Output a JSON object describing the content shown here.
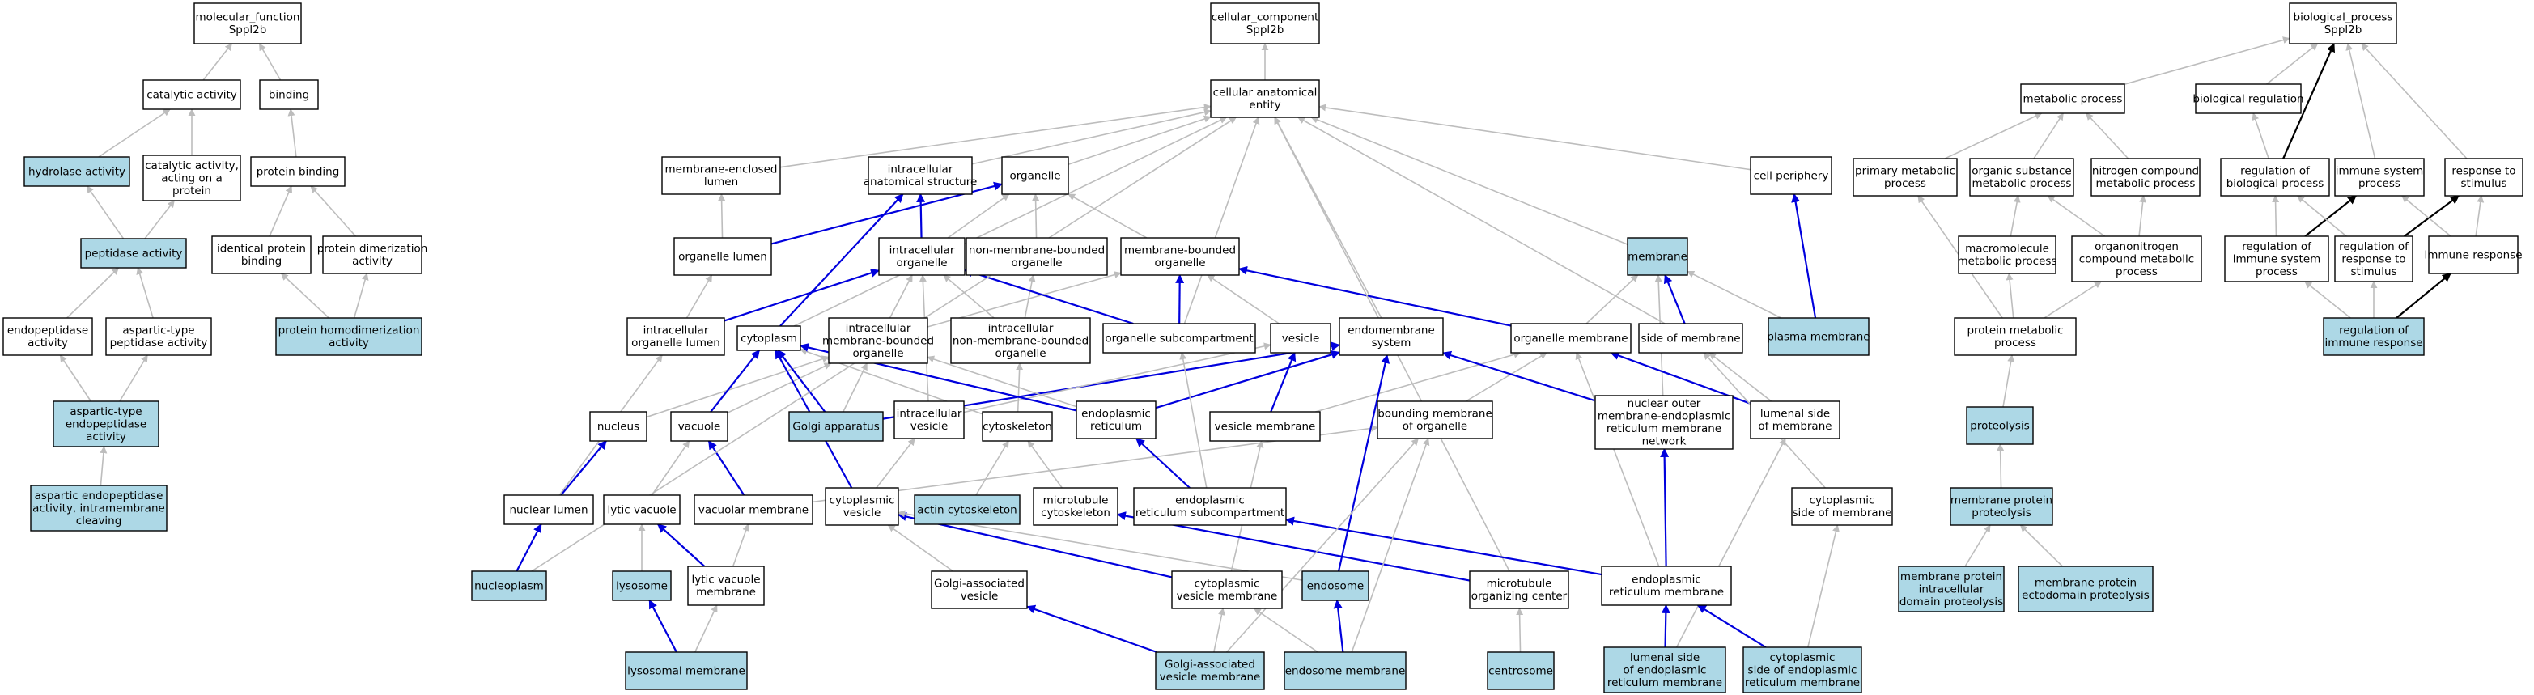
{
  "colors": {
    "highlight": "#add8e6",
    "plain": "#ffffff",
    "edge_gray": "#bdbdbd",
    "edge_blue": "#0000dd",
    "edge_black": "#000000"
  },
  "nodes": [
    {
      "id": "mf",
      "lines": [
        "molecular_function",
        "Sppl2b"
      ],
      "hl": false
    },
    {
      "id": "catalytic",
      "lines": [
        "catalytic activity"
      ],
      "hl": false
    },
    {
      "id": "binding",
      "lines": [
        "binding"
      ],
      "hl": false
    },
    {
      "id": "hydrolase",
      "lines": [
        "hydrolase activity"
      ],
      "hl": true
    },
    {
      "id": "catprot",
      "lines": [
        "catalytic activity,",
        "acting on a",
        "protein"
      ],
      "hl": false
    },
    {
      "id": "protbind",
      "lines": [
        "protein binding"
      ],
      "hl": false
    },
    {
      "id": "peptidase",
      "lines": [
        "peptidase activity"
      ],
      "hl": true
    },
    {
      "id": "identical",
      "lines": [
        "identical protein",
        "binding"
      ],
      "hl": false
    },
    {
      "id": "protdimer",
      "lines": [
        "protein dimerization",
        "activity"
      ],
      "hl": false
    },
    {
      "id": "endopep",
      "lines": [
        "endopeptidase",
        "activity"
      ],
      "hl": false
    },
    {
      "id": "aspartic",
      "lines": [
        "aspartic-type",
        "peptidase activity"
      ],
      "hl": false
    },
    {
      "id": "homodimer",
      "lines": [
        "protein homodimerization",
        "activity"
      ],
      "hl": true
    },
    {
      "id": "aspendo",
      "lines": [
        "aspartic-type",
        "endopeptidase",
        "activity"
      ],
      "hl": true
    },
    {
      "id": "aspintra",
      "lines": [
        "aspartic endopeptidase",
        "activity, intramembrane",
        "cleaving"
      ],
      "hl": true
    },
    {
      "id": "cc",
      "lines": [
        "cellular_component",
        "Sppl2b"
      ],
      "hl": false
    },
    {
      "id": "cae",
      "lines": [
        "cellular anatomical",
        "entity"
      ],
      "hl": false
    },
    {
      "id": "memlumen",
      "lines": [
        "membrane-enclosed",
        "lumen"
      ],
      "hl": false
    },
    {
      "id": "ias",
      "lines": [
        "intracellular",
        "anatomical structure"
      ],
      "hl": false
    },
    {
      "id": "organelle",
      "lines": [
        "organelle"
      ],
      "hl": false
    },
    {
      "id": "cellper",
      "lines": [
        "cell periphery"
      ],
      "hl": false
    },
    {
      "id": "orglumen",
      "lines": [
        "organelle lumen"
      ],
      "hl": false
    },
    {
      "id": "intorg",
      "lines": [
        "intracellular",
        "organelle"
      ],
      "hl": false
    },
    {
      "id": "nonmemorg",
      "lines": [
        "non-membrane-bounded",
        "organelle"
      ],
      "hl": false
    },
    {
      "id": "membound",
      "lines": [
        "membrane-bounded",
        "organelle"
      ],
      "hl": false
    },
    {
      "id": "membrane",
      "lines": [
        "membrane"
      ],
      "hl": true
    },
    {
      "id": "intorglumen",
      "lines": [
        "intracellular",
        "organelle lumen"
      ],
      "hl": false
    },
    {
      "id": "cytoplasm",
      "lines": [
        "cytoplasm"
      ],
      "hl": false
    },
    {
      "id": "intmemorg",
      "lines": [
        "intracellular",
        "membrane-bounded",
        "organelle"
      ],
      "hl": false
    },
    {
      "id": "intnonmem",
      "lines": [
        "intracellular",
        "non-membrane-bounded",
        "organelle"
      ],
      "hl": false
    },
    {
      "id": "orgsub",
      "lines": [
        "organelle subcompartment"
      ],
      "hl": false
    },
    {
      "id": "vesicle",
      "lines": [
        "vesicle"
      ],
      "hl": false
    },
    {
      "id": "endomem",
      "lines": [
        "endomembrane",
        "system"
      ],
      "hl": false
    },
    {
      "id": "orgmem",
      "lines": [
        "organelle membrane"
      ],
      "hl": false
    },
    {
      "id": "sidemem",
      "lines": [
        "side of membrane"
      ],
      "hl": false
    },
    {
      "id": "plasmamem",
      "lines": [
        "plasma membrane"
      ],
      "hl": true
    },
    {
      "id": "nucleus",
      "lines": [
        "nucleus"
      ],
      "hl": false
    },
    {
      "id": "vacuole",
      "lines": [
        "vacuole"
      ],
      "hl": false
    },
    {
      "id": "golgi",
      "lines": [
        "Golgi apparatus"
      ],
      "hl": true
    },
    {
      "id": "intves",
      "lines": [
        "intracellular",
        "vesicle"
      ],
      "hl": false
    },
    {
      "id": "cytoskel",
      "lines": [
        "cytoskeleton"
      ],
      "hl": false
    },
    {
      "id": "er",
      "lines": [
        "endoplasmic",
        "reticulum"
      ],
      "hl": false
    },
    {
      "id": "vesmem",
      "lines": [
        "vesicle membrane"
      ],
      "hl": false
    },
    {
      "id": "boundmem",
      "lines": [
        "bounding membrane",
        "of organelle"
      ],
      "hl": false
    },
    {
      "id": "nucouter",
      "lines": [
        "nuclear outer",
        "membrane-endoplasmic",
        "reticulum membrane",
        "network"
      ],
      "hl": false
    },
    {
      "id": "lumside",
      "lines": [
        "lumenal side",
        "of membrane"
      ],
      "hl": false
    },
    {
      "id": "nuclumen",
      "lines": [
        "nuclear lumen"
      ],
      "hl": false
    },
    {
      "id": "lyticvac",
      "lines": [
        "lytic vacuole"
      ],
      "hl": false
    },
    {
      "id": "vacmem",
      "lines": [
        "vacuolar membrane"
      ],
      "hl": false
    },
    {
      "id": "cytoves",
      "lines": [
        "cytoplasmic",
        "vesicle"
      ],
      "hl": false
    },
    {
      "id": "actin",
      "lines": [
        "actin cytoskeleton"
      ],
      "hl": true
    },
    {
      "id": "microcyto",
      "lines": [
        "microtubule",
        "cytoskeleton"
      ],
      "hl": false
    },
    {
      "id": "ersub",
      "lines": [
        "endoplasmic",
        "reticulum subcompartment"
      ],
      "hl": false
    },
    {
      "id": "cytoside",
      "lines": [
        "cytoplasmic",
        "side of membrane"
      ],
      "hl": false
    },
    {
      "id": "nucleoplasm",
      "lines": [
        "nucleoplasm"
      ],
      "hl": true
    },
    {
      "id": "lysosome",
      "lines": [
        "lysosome"
      ],
      "hl": true
    },
    {
      "id": "lyticvacmem",
      "lines": [
        "lytic vacuole",
        "membrane"
      ],
      "hl": false
    },
    {
      "id": "golgives",
      "lines": [
        "Golgi-associated",
        "vesicle"
      ],
      "hl": false
    },
    {
      "id": "cytovesmem",
      "lines": [
        "cytoplasmic",
        "vesicle membrane"
      ],
      "hl": false
    },
    {
      "id": "endosome",
      "lines": [
        "endosome"
      ],
      "hl": true
    },
    {
      "id": "mtoc",
      "lines": [
        "microtubule",
        "organizing center"
      ],
      "hl": false
    },
    {
      "id": "ermem",
      "lines": [
        "endoplasmic",
        "reticulum membrane"
      ],
      "hl": false
    },
    {
      "id": "lysomem",
      "lines": [
        "lysosomal membrane"
      ],
      "hl": true
    },
    {
      "id": "golgivesmem",
      "lines": [
        "Golgi-associated",
        "vesicle membrane"
      ],
      "hl": true
    },
    {
      "id": "endosomemem",
      "lines": [
        "endosome membrane"
      ],
      "hl": true
    },
    {
      "id": "centrosome",
      "lines": [
        "centrosome"
      ],
      "hl": true
    },
    {
      "id": "lumer",
      "lines": [
        "lumenal side",
        "of endoplasmic",
        "reticulum membrane"
      ],
      "hl": true
    },
    {
      "id": "cytoer",
      "lines": [
        "cytoplasmic",
        "side of endoplasmic",
        "reticulum membrane"
      ],
      "hl": true
    },
    {
      "id": "bp",
      "lines": [
        "biological_process",
        "Sppl2b"
      ],
      "hl": false
    },
    {
      "id": "metab",
      "lines": [
        "metabolic process"
      ],
      "hl": false
    },
    {
      "id": "bioreg",
      "lines": [
        "biological regulation"
      ],
      "hl": false
    },
    {
      "id": "primmetab",
      "lines": [
        "primary metabolic",
        "process"
      ],
      "hl": false
    },
    {
      "id": "orgsubst",
      "lines": [
        "organic substance",
        "metabolic process"
      ],
      "hl": false
    },
    {
      "id": "nitrogen",
      "lines": [
        "nitrogen compound",
        "metabolic process"
      ],
      "hl": false
    },
    {
      "id": "regbio",
      "lines": [
        "regulation of",
        "biological process"
      ],
      "hl": false
    },
    {
      "id": "immsys",
      "lines": [
        "immune system",
        "process"
      ],
      "hl": false
    },
    {
      "id": "respstim",
      "lines": [
        "response to",
        "stimulus"
      ],
      "hl": false
    },
    {
      "id": "macromol",
      "lines": [
        "macromolecule",
        "metabolic process"
      ],
      "hl": false
    },
    {
      "id": "organonitro",
      "lines": [
        "organonitrogen",
        "compound metabolic",
        "process"
      ],
      "hl": false
    },
    {
      "id": "regimmsys",
      "lines": [
        "regulation of",
        "immune system",
        "process"
      ],
      "hl": false
    },
    {
      "id": "regresp",
      "lines": [
        "regulation of",
        "response to",
        "stimulus"
      ],
      "hl": false
    },
    {
      "id": "immresp",
      "lines": [
        "immune response"
      ],
      "hl": false
    },
    {
      "id": "protmetab",
      "lines": [
        "protein metabolic",
        "process"
      ],
      "hl": false
    },
    {
      "id": "regimmresp",
      "lines": [
        "regulation of",
        "immune response"
      ],
      "hl": true
    },
    {
      "id": "proteolysis",
      "lines": [
        "proteolysis"
      ],
      "hl": true
    },
    {
      "id": "memprot",
      "lines": [
        "membrane protein",
        "proteolysis"
      ],
      "hl": true
    },
    {
      "id": "memprotintra",
      "lines": [
        "membrane protein",
        "intracellular",
        "domain proteolysis"
      ],
      "hl": true
    },
    {
      "id": "memprotecto",
      "lines": [
        "membrane protein",
        "ectodomain proteolysis"
      ],
      "hl": true
    }
  ],
  "edges": [
    [
      "catalytic",
      "mf",
      "g"
    ],
    [
      "binding",
      "mf",
      "g"
    ],
    [
      "hydrolase",
      "catalytic",
      "g"
    ],
    [
      "catprot",
      "catalytic",
      "g"
    ],
    [
      "protbind",
      "binding",
      "g"
    ],
    [
      "peptidase",
      "hydrolase",
      "g"
    ],
    [
      "peptidase",
      "catprot",
      "g"
    ],
    [
      "identical",
      "protbind",
      "g"
    ],
    [
      "protdimer",
      "protbind",
      "g"
    ],
    [
      "endopep",
      "peptidase",
      "g"
    ],
    [
      "aspartic",
      "peptidase",
      "g"
    ],
    [
      "homodimer",
      "identical",
      "g"
    ],
    [
      "homodimer",
      "protdimer",
      "g"
    ],
    [
      "aspendo",
      "endopep",
      "g"
    ],
    [
      "aspendo",
      "aspartic",
      "g"
    ],
    [
      "aspintra",
      "aspendo",
      "g"
    ],
    [
      "cae",
      "cc",
      "g"
    ],
    [
      "memlumen",
      "cae",
      "g"
    ],
    [
      "ias",
      "cae",
      "g"
    ],
    [
      "organelle",
      "cae",
      "g"
    ],
    [
      "cellper",
      "cae",
      "g"
    ],
    [
      "orglumen",
      "memlumen",
      "g"
    ],
    [
      "orglumen",
      "organelle",
      "b"
    ],
    [
      "intorg",
      "ias",
      "b"
    ],
    [
      "intorg",
      "organelle",
      "g"
    ],
    [
      "nonmemorg",
      "organelle",
      "g"
    ],
    [
      "membound",
      "organelle",
      "g"
    ],
    [
      "membrane",
      "cae",
      "g"
    ],
    [
      "intorglumen",
      "orglumen",
      "g"
    ],
    [
      "intorglumen",
      "intorg",
      "b"
    ],
    [
      "cytoplasm",
      "ias",
      "b"
    ],
    [
      "cytoplasm",
      "cae",
      "g"
    ],
    [
      "intmemorg",
      "intorg",
      "g"
    ],
    [
      "intmemorg",
      "membound",
      "g"
    ],
    [
      "intnonmem",
      "intorg",
      "g"
    ],
    [
      "intnonmem",
      "nonmemorg",
      "g"
    ],
    [
      "orgsub",
      "intorg",
      "b"
    ],
    [
      "orgsub",
      "membound",
      "b"
    ],
    [
      "orgsub",
      "cae",
      "g"
    ],
    [
      "vesicle",
      "membound",
      "g"
    ],
    [
      "endomem",
      "cae",
      "g"
    ],
    [
      "orgmem",
      "membound",
      "b"
    ],
    [
      "orgmem",
      "membrane",
      "g"
    ],
    [
      "sidemem",
      "membrane",
      "b"
    ],
    [
      "sidemem",
      "cae",
      "g"
    ],
    [
      "plasmamem",
      "cellper",
      "b"
    ],
    [
      "plasmamem",
      "membrane",
      "g"
    ],
    [
      "nucleus",
      "intmemorg",
      "g"
    ],
    [
      "vacuole",
      "cytoplasm",
      "b"
    ],
    [
      "vacuole",
      "intmemorg",
      "g"
    ],
    [
      "golgi",
      "cytoplasm",
      "b"
    ],
    [
      "golgi",
      "intmemorg",
      "g"
    ],
    [
      "golgi",
      "endomem",
      "b"
    ],
    [
      "intves",
      "vesicle",
      "g"
    ],
    [
      "intves",
      "intorg",
      "g"
    ],
    [
      "cytoskel",
      "intnonmem",
      "g"
    ],
    [
      "cytoskel",
      "cytoplasm",
      "g"
    ],
    [
      "er",
      "cytoplasm",
      "b"
    ],
    [
      "er",
      "intmemorg",
      "g"
    ],
    [
      "er",
      "endomem",
      "b"
    ],
    [
      "vesmem",
      "vesicle",
      "b"
    ],
    [
      "vesmem",
      "orgmem",
      "g"
    ],
    [
      "boundmem",
      "orgmem",
      "g"
    ],
    [
      "nucouter",
      "endomem",
      "b"
    ],
    [
      "nucouter",
      "membrane",
      "g"
    ],
    [
      "lumside",
      "sidemem",
      "g"
    ],
    [
      "lumside",
      "orgmem",
      "b"
    ],
    [
      "nuclumen",
      "nucleus",
      "b"
    ],
    [
      "nuclumen",
      "intorglumen",
      "g"
    ],
    [
      "lyticvac",
      "vacuole",
      "g"
    ],
    [
      "vacmem",
      "vacuole",
      "b"
    ],
    [
      "vacmem",
      "boundmem",
      "g"
    ],
    [
      "cytoves",
      "cytoplasm",
      "b"
    ],
    [
      "cytoves",
      "intves",
      "g"
    ],
    [
      "actin",
      "cytoskel",
      "g"
    ],
    [
      "microcyto",
      "cytoskel",
      "g"
    ],
    [
      "ersub",
      "er",
      "b"
    ],
    [
      "ersub",
      "orgsub",
      "g"
    ],
    [
      "cytoside",
      "sidemem",
      "g"
    ],
    [
      "nucleoplasm",
      "nuclumen",
      "b"
    ],
    [
      "nucleoplasm",
      "cae",
      "g"
    ],
    [
      "lysosome",
      "lyticvac",
      "g"
    ],
    [
      "lyticvacmem",
      "lyticvac",
      "b"
    ],
    [
      "lyticvacmem",
      "vacmem",
      "g"
    ],
    [
      "golgives",
      "cytoves",
      "g"
    ],
    [
      "cytovesmem",
      "cytoves",
      "b"
    ],
    [
      "cytovesmem",
      "vesmem",
      "g"
    ],
    [
      "endosome",
      "endomem",
      "b"
    ],
    [
      "endosome",
      "cytoves",
      "g"
    ],
    [
      "mtoc",
      "microcyto",
      "b"
    ],
    [
      "mtoc",
      "cae",
      "g"
    ],
    [
      "ermem",
      "ersub",
      "b"
    ],
    [
      "ermem",
      "nucouter",
      "b"
    ],
    [
      "ermem",
      "orgmem",
      "g"
    ],
    [
      "lysomem",
      "lysosome",
      "b"
    ],
    [
      "lysomem",
      "lyticvacmem",
      "g"
    ],
    [
      "golgivesmem",
      "golgives",
      "b"
    ],
    [
      "golgivesmem",
      "cytovesmem",
      "g"
    ],
    [
      "golgivesmem",
      "boundmem",
      "g"
    ],
    [
      "endosomemem",
      "endosome",
      "b"
    ],
    [
      "endosomemem",
      "cytovesmem",
      "g"
    ],
    [
      "endosomemem",
      "boundmem",
      "g"
    ],
    [
      "centrosome",
      "mtoc",
      "g"
    ],
    [
      "lumer",
      "ermem",
      "b"
    ],
    [
      "lumer",
      "lumside",
      "g"
    ],
    [
      "cytoer",
      "ermem",
      "b"
    ],
    [
      "cytoer",
      "cytoside",
      "g"
    ],
    [
      "metab",
      "bp",
      "g"
    ],
    [
      "bioreg",
      "bp",
      "g"
    ],
    [
      "immsys",
      "bp",
      "g"
    ],
    [
      "respstim",
      "bp",
      "g"
    ],
    [
      "regbio",
      "bp",
      "k"
    ],
    [
      "regbio",
      "bioreg",
      "g"
    ],
    [
      "primmetab",
      "metab",
      "g"
    ],
    [
      "orgsubst",
      "metab",
      "g"
    ],
    [
      "nitrogen",
      "metab",
      "g"
    ],
    [
      "macromol",
      "orgsubst",
      "g"
    ],
    [
      "organonitro",
      "orgsubst",
      "g"
    ],
    [
      "organonitro",
      "nitrogen",
      "g"
    ],
    [
      "regimmsys",
      "immsys",
      "k"
    ],
    [
      "regimmsys",
      "regbio",
      "g"
    ],
    [
      "regresp",
      "respstim",
      "k"
    ],
    [
      "regresp",
      "regbio",
      "g"
    ],
    [
      "immresp",
      "immsys",
      "g"
    ],
    [
      "immresp",
      "respstim",
      "g"
    ],
    [
      "protmetab",
      "primmetab",
      "g"
    ],
    [
      "protmetab",
      "macromol",
      "g"
    ],
    [
      "protmetab",
      "organonitro",
      "g"
    ],
    [
      "regimmresp",
      "immresp",
      "k"
    ],
    [
      "regimmresp",
      "regimmsys",
      "g"
    ],
    [
      "regimmresp",
      "regresp",
      "g"
    ],
    [
      "proteolysis",
      "protmetab",
      "g"
    ],
    [
      "memprot",
      "proteolysis",
      "g"
    ],
    [
      "memprotintra",
      "memprot",
      "g"
    ],
    [
      "memprotecto",
      "memprot",
      "g"
    ]
  ]
}
